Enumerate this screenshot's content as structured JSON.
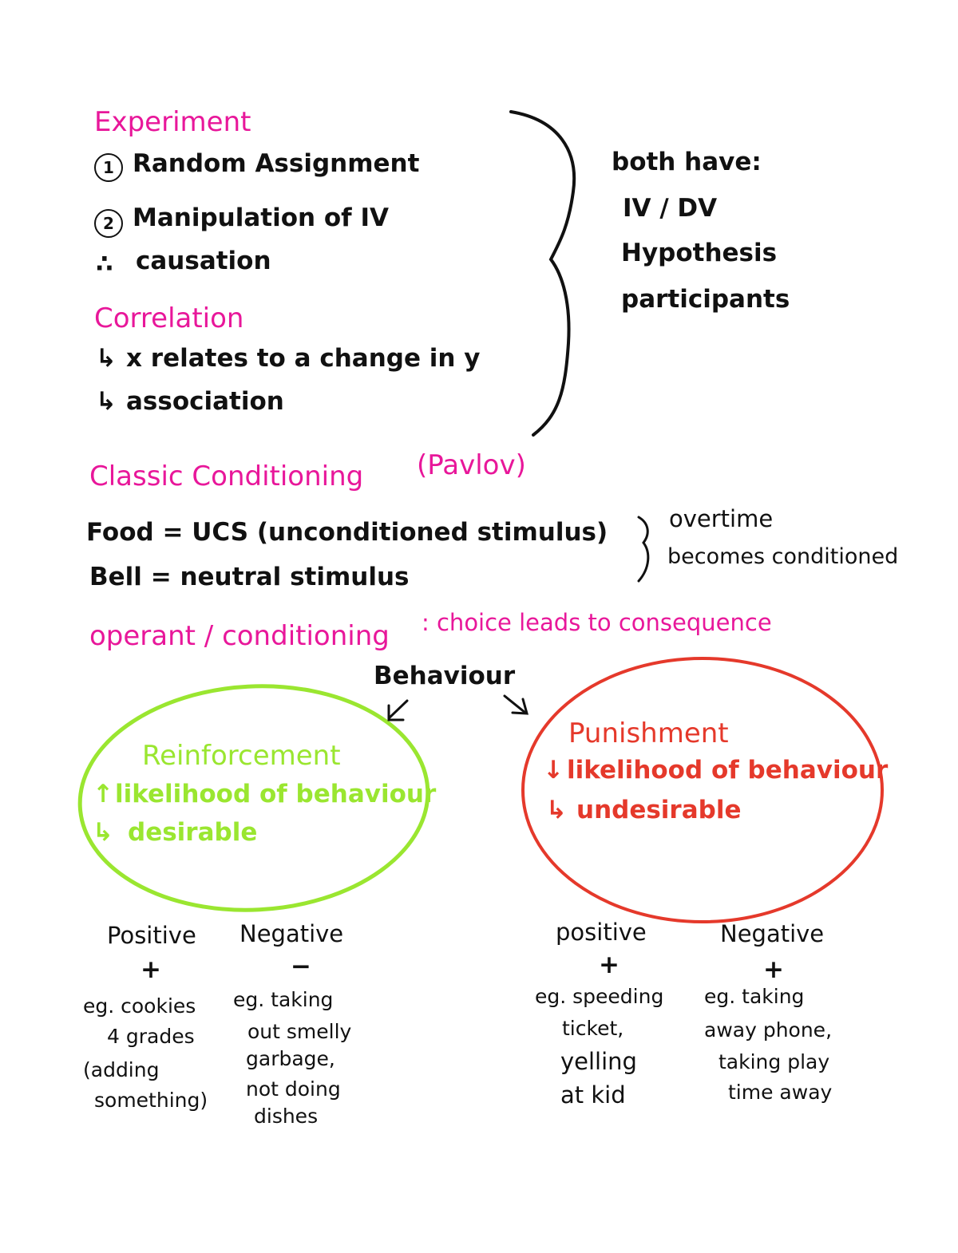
{
  "experiment": {
    "heading": "Experiment",
    "items": [
      "Random Assignment",
      "Manipulation of IV"
    ],
    "markers": [
      "1",
      "2"
    ],
    "conclusion_symbol": "∴",
    "conclusion": "causation"
  },
  "correlation": {
    "heading": "Correlation",
    "arrow": "↳",
    "points": [
      "x relates to a change in y",
      "association"
    ]
  },
  "both_have": {
    "heading": "both have:",
    "items": [
      "IV / DV",
      "Hypothesis",
      "participants"
    ]
  },
  "classic": {
    "heading": "Classic Conditioning",
    "attribution": "(Pavlov)",
    "lines": [
      "Food = UCS (unconditioned stimulus)",
      "Bell = neutral stimulus"
    ],
    "note_lines": [
      "overtime",
      "becomes conditioned"
    ]
  },
  "operant": {
    "heading": "operant / conditioning",
    "description": ": choice leads to consequence"
  },
  "behaviour": {
    "label": "Behaviour"
  },
  "reinforcement": {
    "title": "Reinforcement",
    "symbols": [
      "↑",
      "↳"
    ],
    "lines": [
      "likelihood of behaviour",
      "desirable"
    ],
    "positive": {
      "label": "Positive",
      "sign": "+",
      "example": [
        "eg. cookies",
        "4 grades",
        "(adding",
        "something)"
      ]
    },
    "negative": {
      "label": "Negative",
      "sign": "−",
      "example": [
        "eg. taking",
        "out smelly",
        "garbage,",
        "not doing",
        "dishes"
      ]
    }
  },
  "punishment": {
    "title": "Punishment",
    "symbols": [
      "↓",
      "↳"
    ],
    "lines": [
      "likelihood of behaviour",
      "undesirable"
    ],
    "positive": {
      "label": "positive",
      "sign": "+",
      "example": [
        "eg. speeding",
        "ticket,",
        "yelling",
        "at kid"
      ]
    },
    "negative": {
      "label": "Negative",
      "sign": "+",
      "example": [
        "eg. taking",
        "away phone,",
        "taking play",
        "time away"
      ]
    }
  },
  "colors": {
    "pink": "#e8179a",
    "green": "#9ae630",
    "red": "#e5392b",
    "ink": "#111111"
  }
}
